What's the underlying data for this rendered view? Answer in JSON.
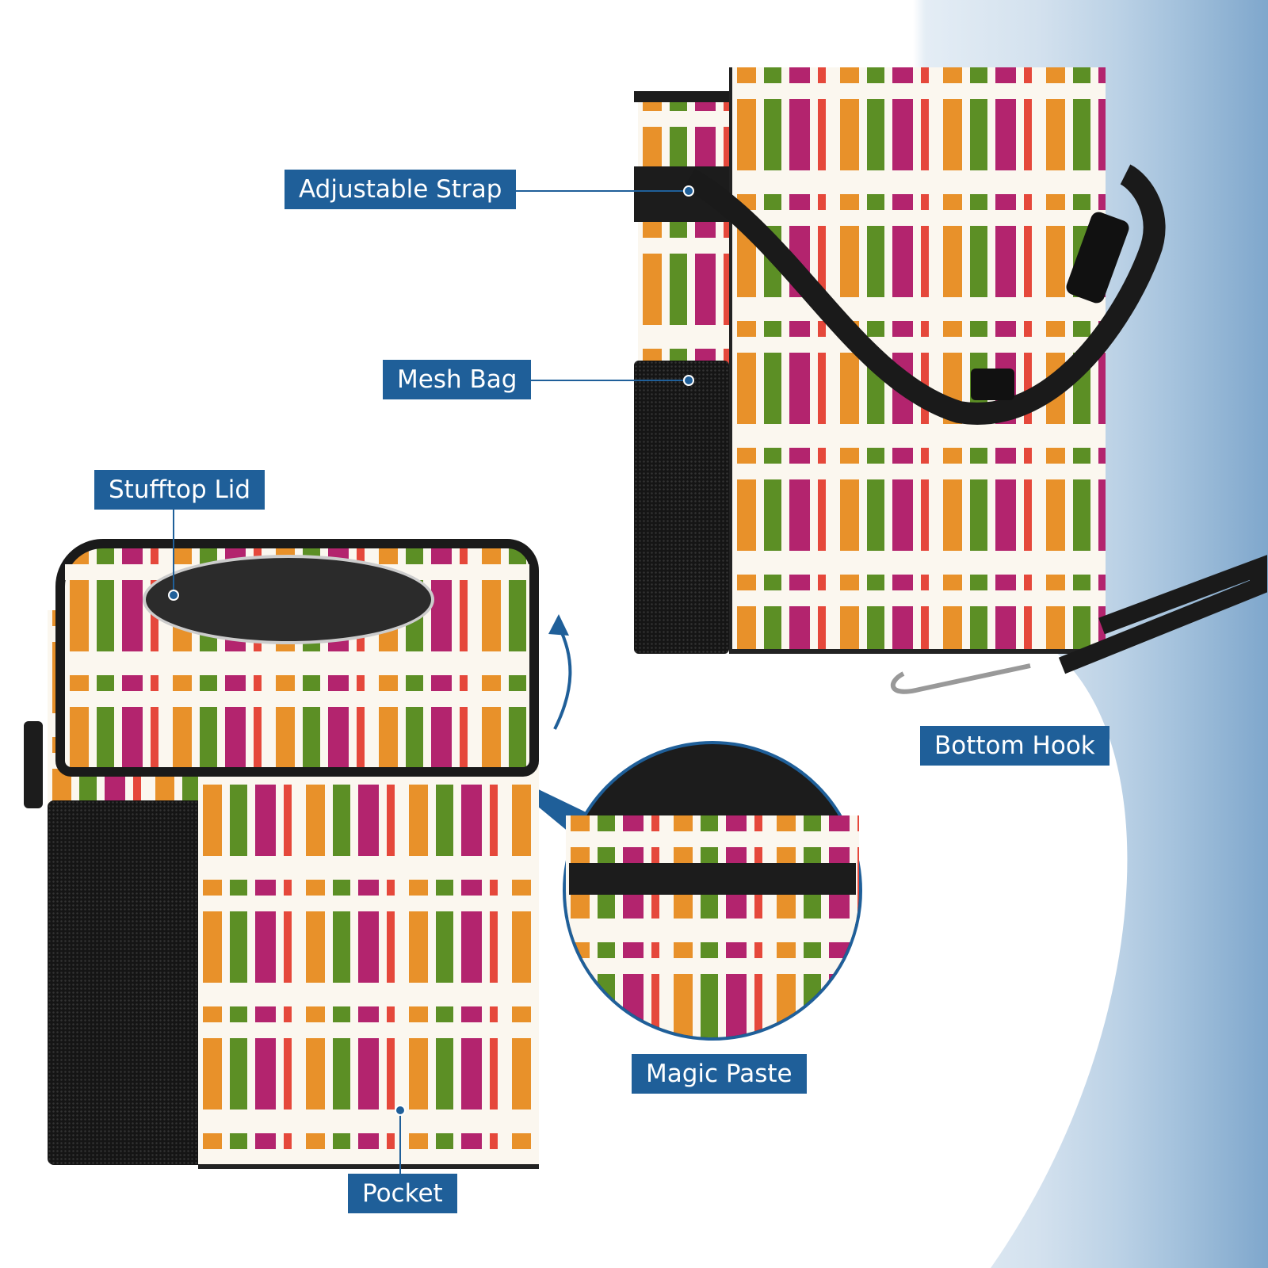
{
  "labels": {
    "adjustable_strap": "Adjustable Strap",
    "mesh_bag": "Mesh Bag",
    "stufftop_lid": "Stufftop Lid",
    "bottom_hook": "Bottom Hook",
    "magic_paste": "Magic Paste",
    "pocket": "Pocket"
  },
  "colors": {
    "label_bg": "#1f5f99",
    "orange": "#e8912a",
    "green": "#5c8f25",
    "purple": "#b3246e",
    "red": "#e5483b"
  }
}
